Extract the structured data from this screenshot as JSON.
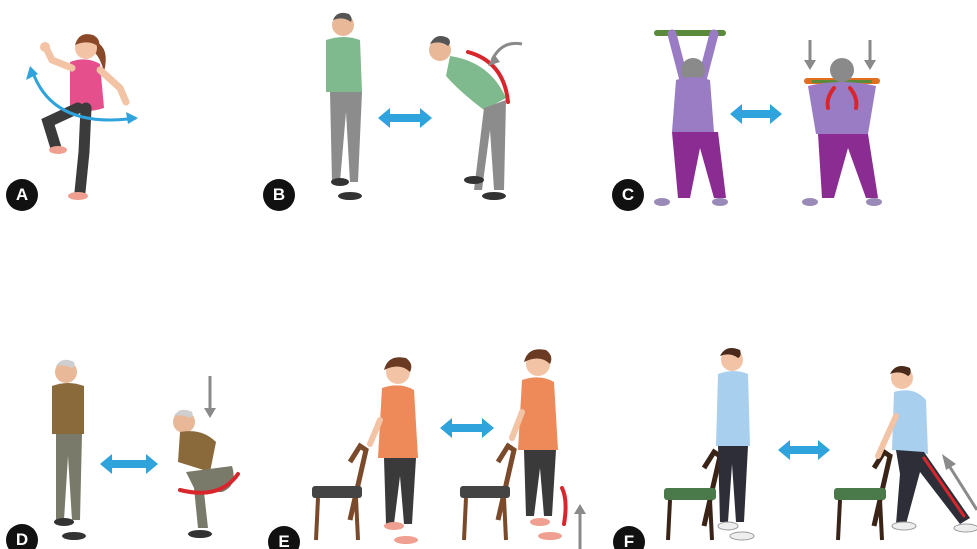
{
  "panels": [
    {
      "id": "A",
      "label": "A"
    },
    {
      "id": "B",
      "label": "B"
    },
    {
      "id": "C",
      "label": "C"
    },
    {
      "id": "D",
      "label": "D"
    },
    {
      "id": "E",
      "label": "E"
    },
    {
      "id": "F",
      "label": "F"
    }
  ],
  "colors": {
    "arrow_blue": "#2ea3dc",
    "highlight_red": "#d8262c",
    "motion_gray": "#8a8a8a",
    "badge_black": "#111111"
  },
  "icons": {
    "double_arrow": "double-headed-arrow-icon",
    "down_arrow": "down-arrow-icon",
    "up_arrow": "up-arrow-icon",
    "curved_arrow": "curved-arrow-icon"
  }
}
